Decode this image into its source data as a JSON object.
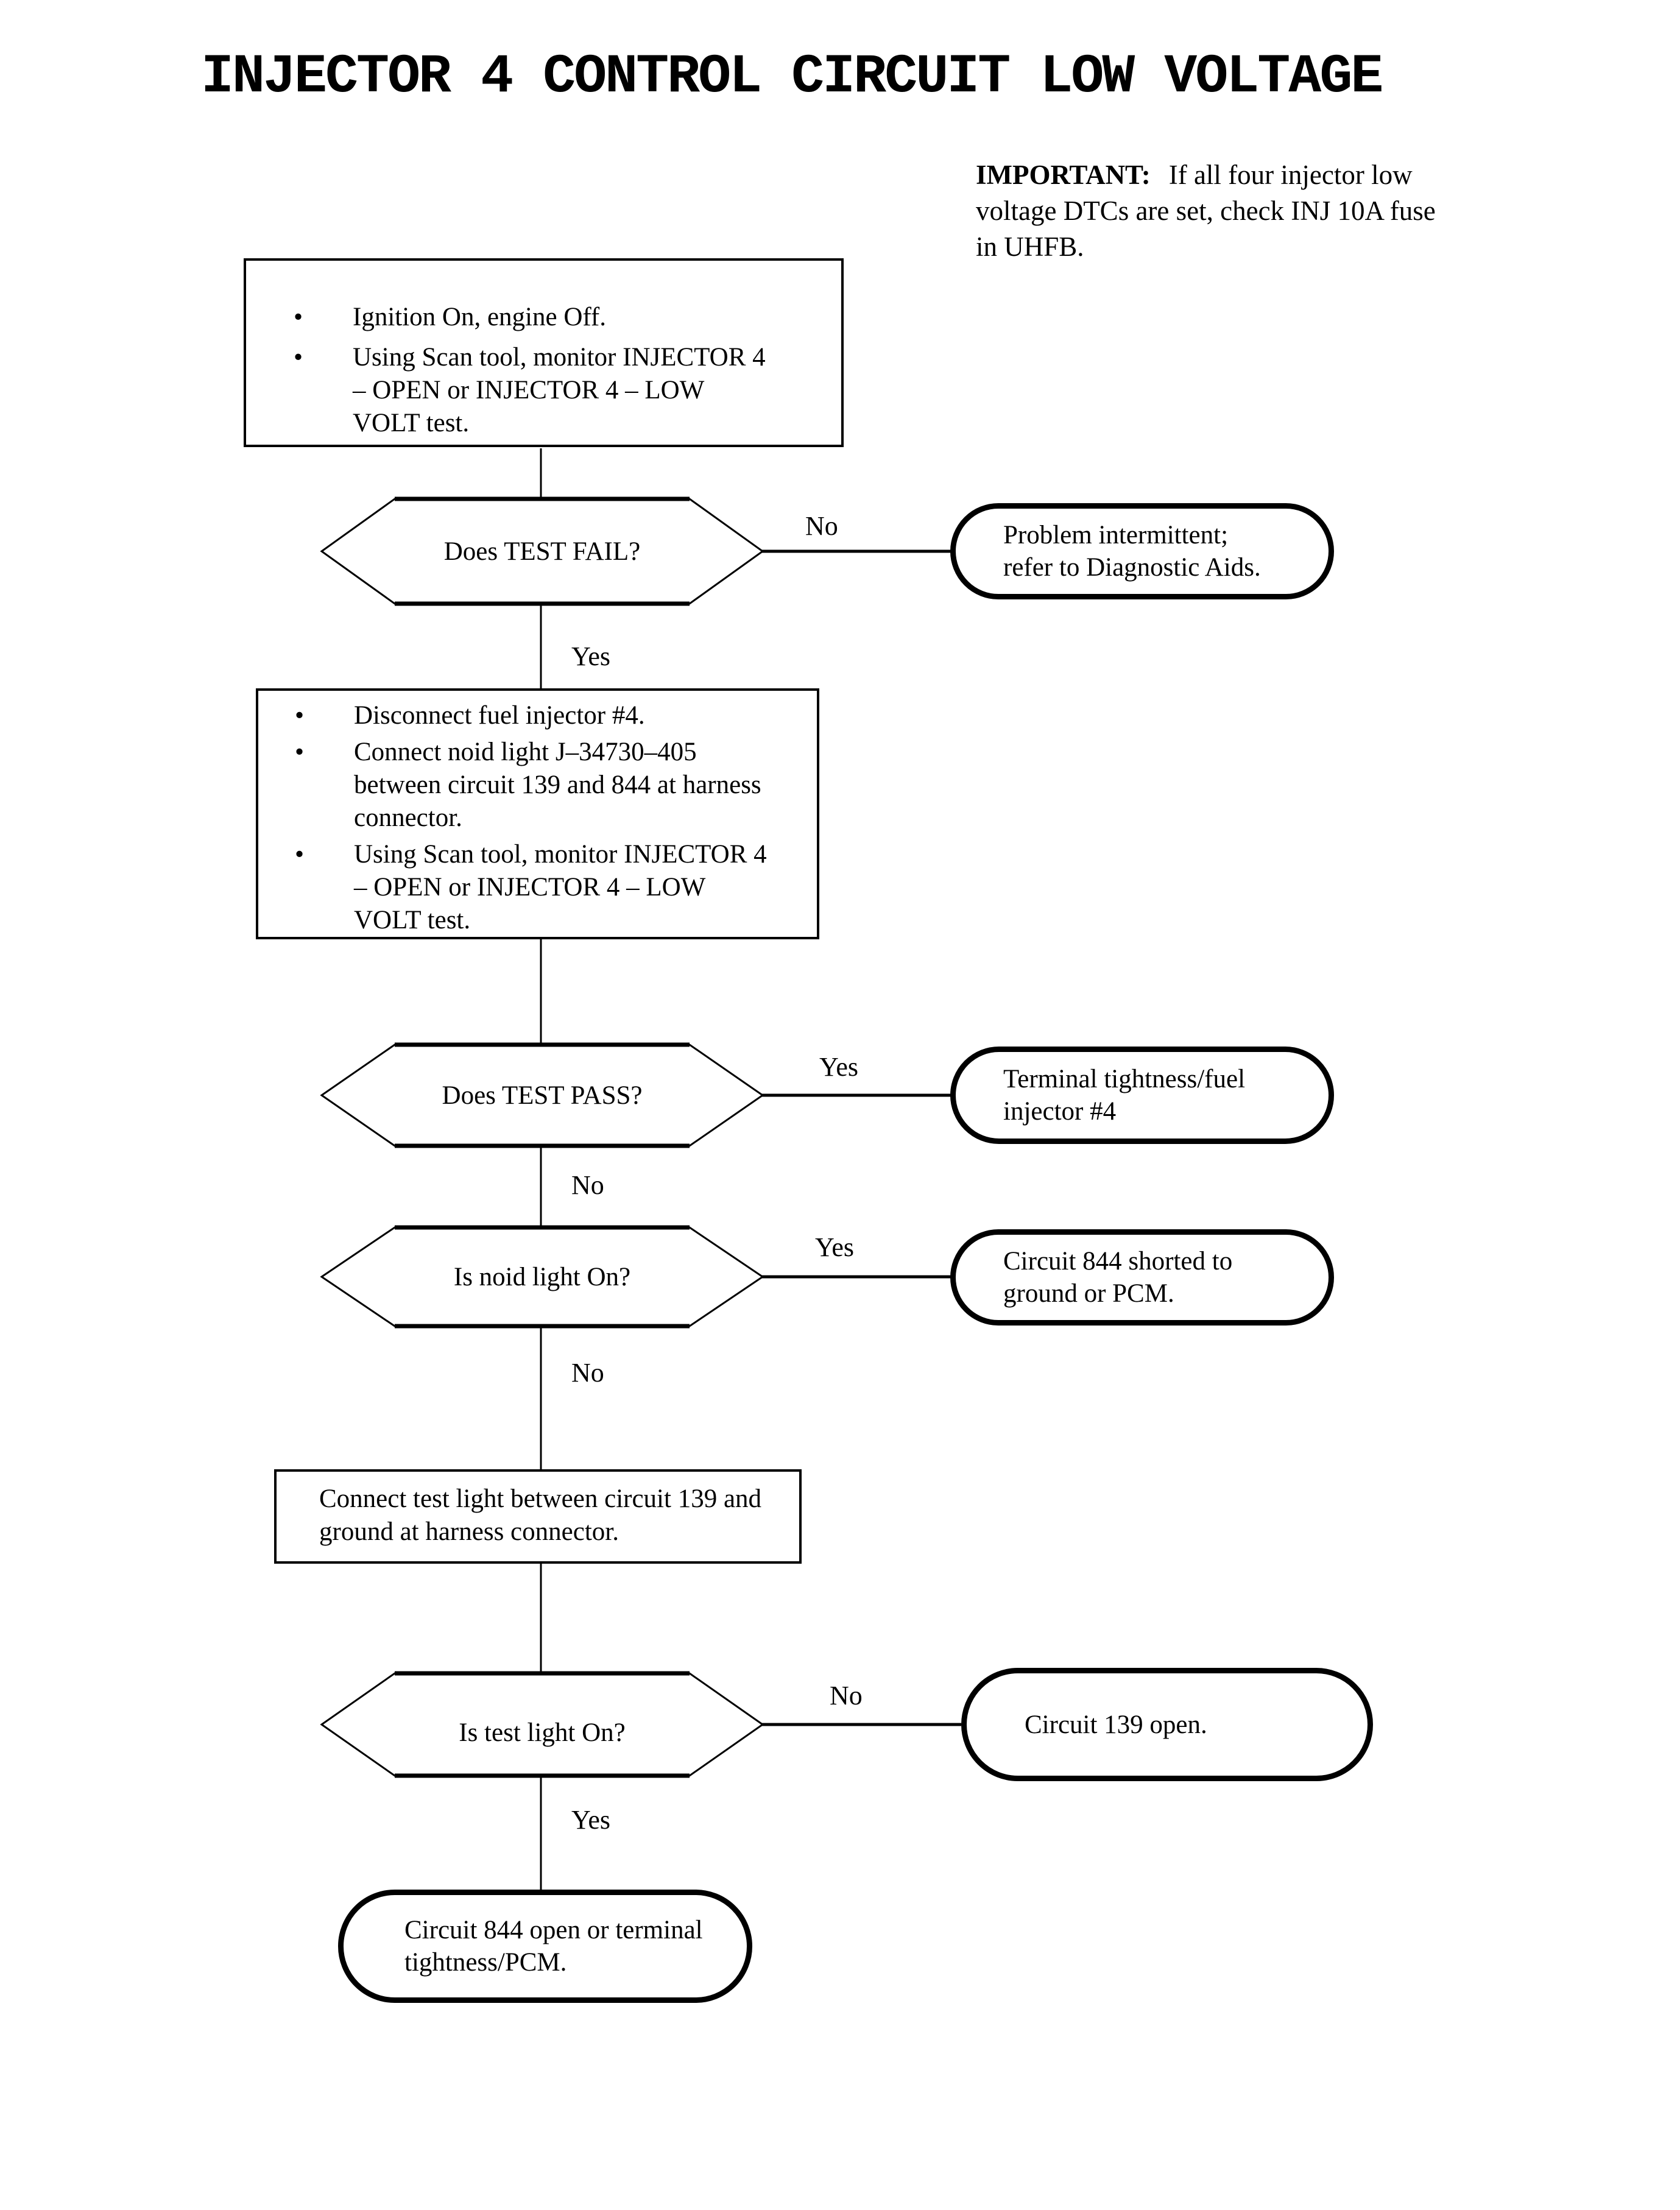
{
  "title": "INJECTOR 4 CONTROL CIRCUIT LOW VOLTAGE",
  "important": {
    "label": "IMPORTANT:",
    "text": "If all four injector low voltage DTCs are set, check INJ 10A fuse in UHFB."
  },
  "bullet_glyph": "•",
  "colors": {
    "ink": "#000000",
    "paper": "#ffffff"
  },
  "nodes": {
    "setup": {
      "bullets": [
        [
          "Ignition On, engine Off."
        ],
        [
          "Using Scan tool, monitor INJECTOR 4",
          "– OPEN or INJECTOR 4 – LOW",
          "VOLT test."
        ]
      ]
    },
    "test_fail": {
      "question": "Does TEST FAIL?"
    },
    "problem_intermittent": {
      "lines": [
        "Problem intermittent;",
        "refer to Diagnostic Aids."
      ]
    },
    "connect_noid": {
      "bullets": [
        [
          "Disconnect fuel injector #4."
        ],
        [
          "Connect noid light J–34730–405",
          "between circuit 139 and 844 at harness",
          "connector."
        ],
        [
          "Using Scan tool, monitor INJECTOR 4",
          "– OPEN or INJECTOR 4 – LOW",
          "VOLT test."
        ]
      ]
    },
    "test_pass": {
      "question": "Does TEST PASS?"
    },
    "terminal_tightness": {
      "lines": [
        "Terminal tightness/fuel",
        "injector #4"
      ]
    },
    "noid_light": {
      "question": "Is noid light On?"
    },
    "circuit844_shorted": {
      "lines": [
        "Circuit 844 shorted to",
        "ground or PCM."
      ]
    },
    "connect_test_light": {
      "lines": [
        "Connect test light between circuit 139 and",
        "ground at harness connector."
      ]
    },
    "test_light": {
      "question": "Is test light On?"
    },
    "circuit139_open": {
      "lines": [
        "Circuit 139 open."
      ]
    },
    "circuit844_open": {
      "lines": [
        "Circuit 844 open or terminal",
        "tightness/PCM."
      ]
    }
  },
  "edge_labels": {
    "test_fail_no": "No",
    "test_fail_yes": "Yes",
    "test_pass_yes": "Yes",
    "test_pass_no": "No",
    "noid_yes": "Yes",
    "noid_no": "No",
    "test_light_no": "No",
    "test_light_yes": "Yes"
  }
}
